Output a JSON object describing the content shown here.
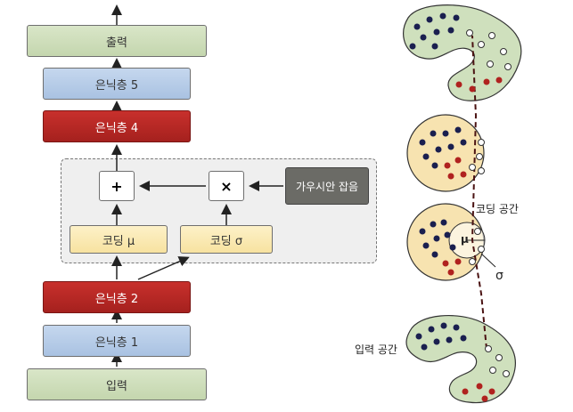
{
  "network": {
    "output": "출력",
    "hidden5": "은닉층 5",
    "hidden4": "은닉층 4",
    "hidden2": "은닉층 2",
    "hidden1": "은닉층 1",
    "input": "입력",
    "coding_mu": "코딩 μ",
    "coding_sigma": "코딩 σ",
    "noise": "가우시안 잡음",
    "plus": "+",
    "times": "×"
  },
  "space_labels": {
    "coding_space": "코딩 공간",
    "input_space": "입력 공간",
    "mu": "μ",
    "sigma": "σ"
  },
  "colors": {
    "navy_dot": "#1a1f4f",
    "red_dot": "#b0221f",
    "white_dot": "#ffffff",
    "green_blob": "#cfe0bd",
    "yellow_circle": "#f7e3b0"
  }
}
